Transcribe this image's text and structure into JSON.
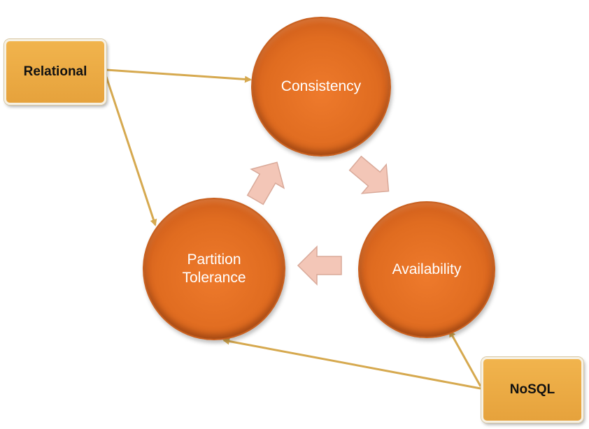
{
  "diagram": {
    "nodes": {
      "consistency": {
        "label": "Consistency"
      },
      "availability": {
        "label": "Availability"
      },
      "partition": {
        "label": "Partition\nTolerance"
      }
    },
    "boxes": {
      "relational": {
        "label": "Relational"
      },
      "nosql": {
        "label": "NoSQL"
      }
    },
    "edges": [
      {
        "from": "Relational",
        "to": "Consistency"
      },
      {
        "from": "Relational",
        "to": "Partition Tolerance"
      },
      {
        "from": "NoSQL",
        "to": "Availability"
      },
      {
        "from": "NoSQL",
        "to": "Partition Tolerance"
      }
    ],
    "colors": {
      "circle_fill": "#e06c20",
      "box_fill": "#e6a23c",
      "connector": "#d6a94f",
      "cycle_arrow_fill": "#f3c6b7"
    }
  }
}
